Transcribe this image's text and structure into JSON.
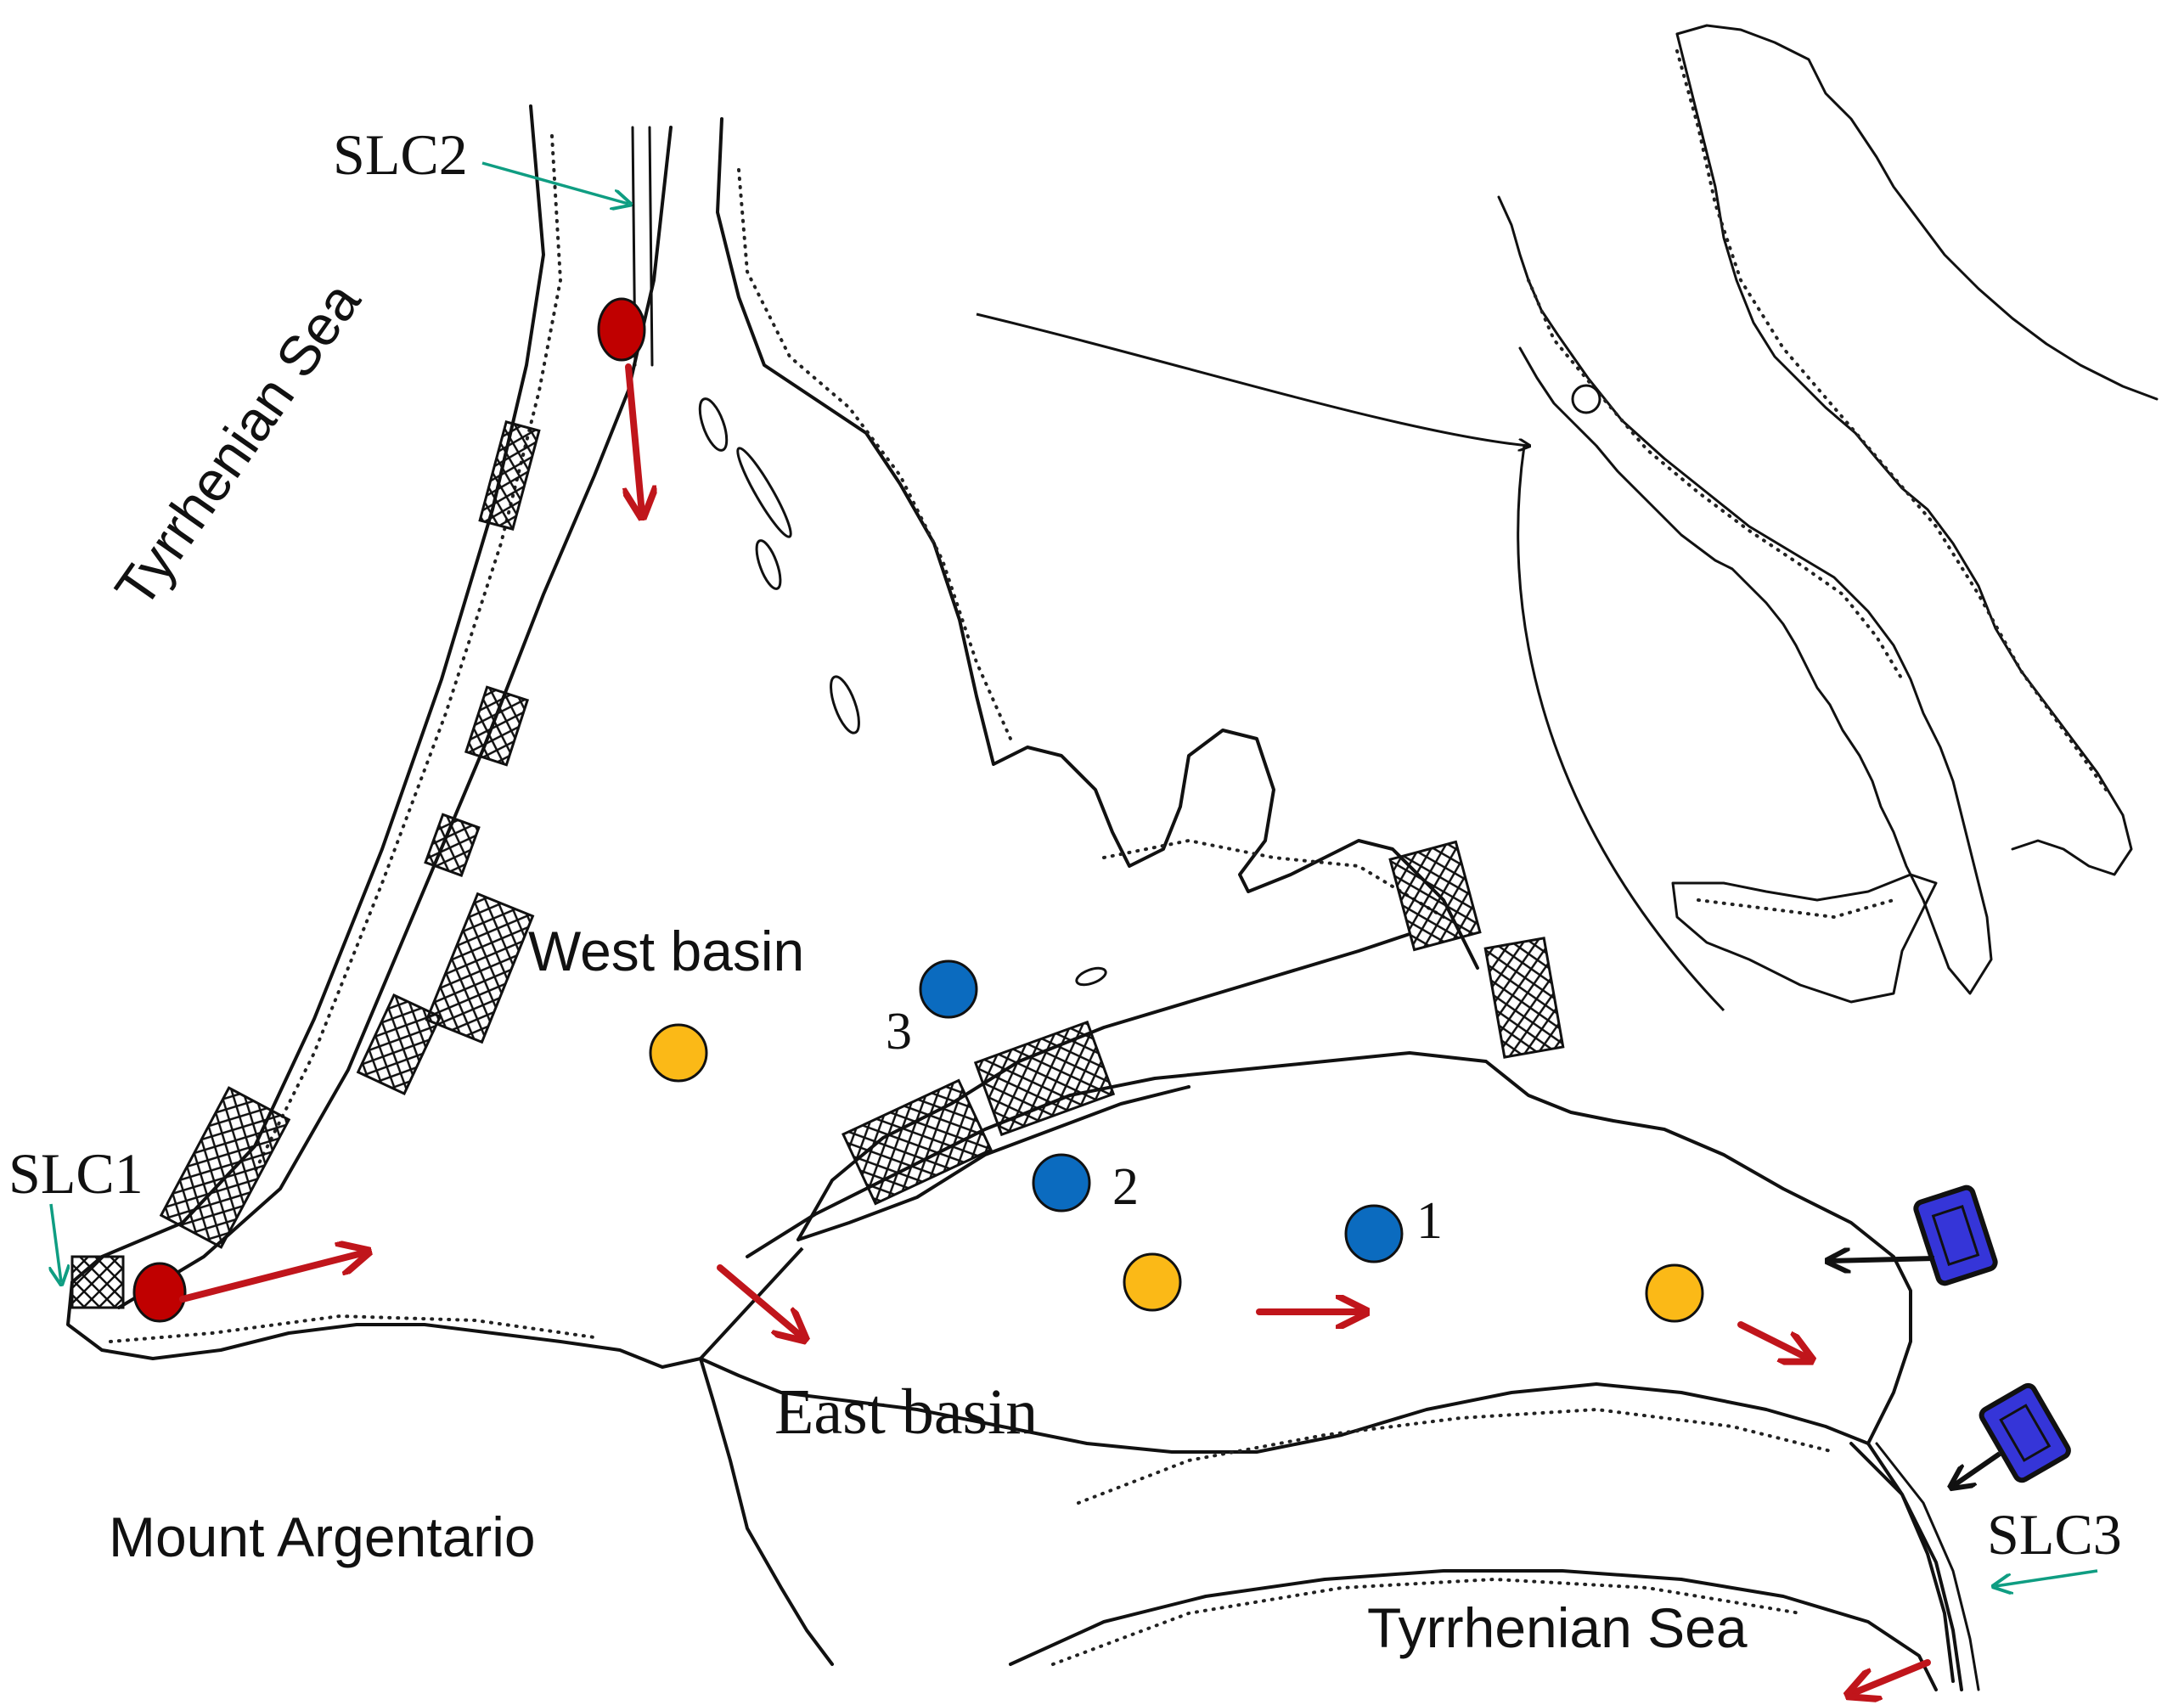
{
  "labels": {
    "sea_north": "Tyrrhenian Sea",
    "sea_south": "Tyrrhenian Sea",
    "west_basin": "West basin",
    "east_basin": "East basin",
    "mount": "Mount Argentario",
    "slc1": "SLC1",
    "slc2": "SLC2",
    "slc3": "SLC3",
    "station_1": "1",
    "station_2": "2",
    "station_3": "3"
  },
  "colors": {
    "coastline": "#111111",
    "red_marker": "#c00000",
    "flow_arrow": "#c0151b",
    "yellow_site": "#fbb917",
    "blue_station": "#0b6bbf",
    "pump_device": "#3535d8",
    "callout_arrow": "#0f9d82"
  },
  "legend_symbols": {
    "red_ellipse": "inlet-marker",
    "yellow_circle": "sampling-site",
    "blue_circle": "numbered-station",
    "blue_rectangle": "pump-icon"
  }
}
